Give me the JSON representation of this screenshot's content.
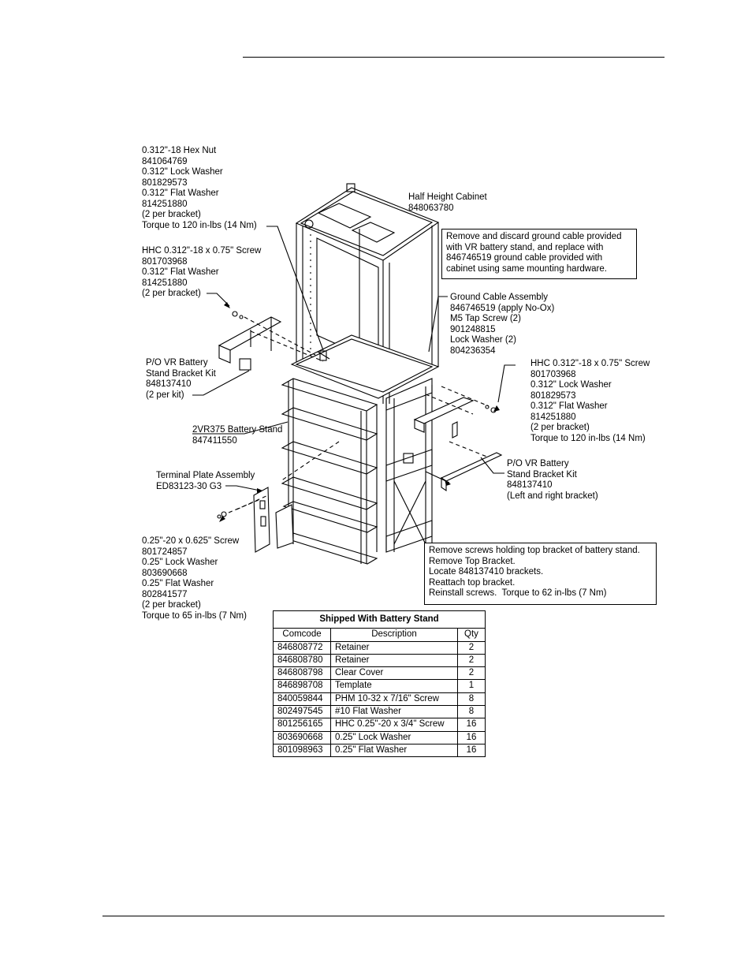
{
  "callouts": {
    "hex_nut": "0.312\"-18 Hex Nut\n841064769\n0.312\" Lock Washer\n801829573\n0.312\" Flat Washer\n814251880\n(2 per bracket)\nTorque to 120 in-lbs (14 Nm)",
    "half_height_cabinet": "Half Height Cabinet\n848063780",
    "hhc_screw_left": "HHC 0.312\"-18 x 0.75\" Screw\n801703968\n0.312\" Flat Washer\n814251880\n(2 per bracket)",
    "ground_cable": "Ground Cable Assembly\n846746519 (apply No-Ox)\nM5 Tap Screw (2)\n901248815\nLock Washer (2)\n804236354",
    "bracket_kit_left": "P/O VR Battery\nStand Bracket Kit\n848137410\n(2 per kit)",
    "hhc_screw_right": "HHC 0.312\"-18 x 0.75\" Screw\n801703968\n0.312\" Lock Washer\n801829573\n0.312\" Flat Washer\n814251880\n(2 per bracket)\nTorque to 120 in-lbs (14 Nm)",
    "battery_stand": "2VR375 Battery Stand\n847411550",
    "bracket_kit_right": "P/O VR Battery\nStand Bracket Kit\n848137410\n(Left and right bracket)",
    "terminal_plate": "Terminal Plate Assembly\nED83123-30 G3",
    "quarter_screw": "0.25\"-20 x 0.625\" Screw\n801724857\n0.25\" Lock Washer\n803690668\n0.25\" Flat Washer\n802841577\n(2 per bracket)\nTorque to 65 in-lbs (7 Nm)"
  },
  "notes": {
    "ground_note": "Remove and discard ground cable provided\nwith VR battery stand, and replace with\n846746519 ground cable provided with\ncabinet using same mounting hardware.",
    "bracket_note": "Remove screws holding top bracket of battery stand.\nRemove Top Bracket.\nLocate 848137410 brackets.\nReattach top bracket.\nReinstall screws.  Torque to 62 in-lbs (7 Nm)"
  },
  "table": {
    "title": "Shipped With Battery Stand",
    "headers": [
      "Comcode",
      "Description",
      "Qty"
    ],
    "rows": [
      [
        "846808772",
        "Retainer",
        "2"
      ],
      [
        "846808780",
        "Retainer",
        "2"
      ],
      [
        "846808798",
        "Clear Cover",
        "2"
      ],
      [
        "846898708",
        "Template",
        "1"
      ],
      [
        "840059844",
        "PHM 10-32 x 7/16\" Screw",
        "8"
      ],
      [
        "802497545",
        "#10 Flat Washer",
        "8"
      ],
      [
        "801256165",
        "HHC 0.25\"-20 x 3/4\" Screw",
        "16"
      ],
      [
        "803690668",
        "0.25\" Lock Washer",
        "16"
      ],
      [
        "801098963",
        "0.25\" Flat Washer",
        "16"
      ]
    ]
  }
}
